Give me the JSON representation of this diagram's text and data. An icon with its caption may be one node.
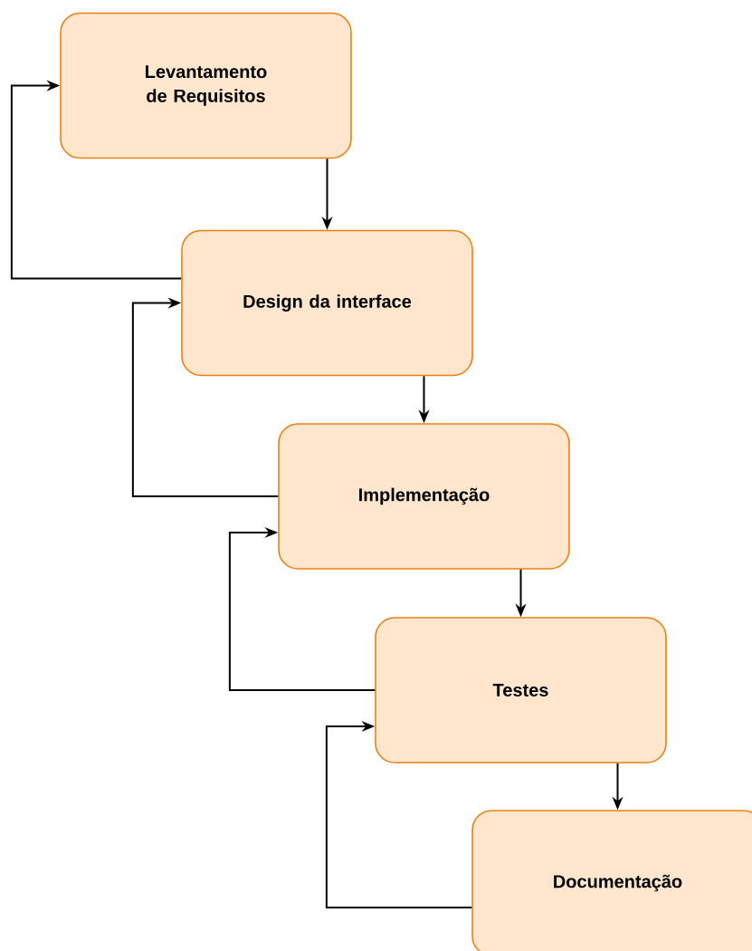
{
  "diagram": {
    "nodes": [
      {
        "text": [
          "Levantamento de Requisitos"
        ]
      },
      {
        "text": [
          "Design da interface"
        ]
      },
      {
        "text": [
          "Implementação"
        ]
      },
      {
        "text": [
          "Testes"
        ]
      },
      {
        "text": [
          "Documentação"
        ]
      }
    ],
    "edges": [
      {
        "from": 0,
        "to": 1,
        "arrow": "to"
      },
      {
        "from": 1,
        "to": 0,
        "arrow": "to"
      },
      {
        "from": 1,
        "to": 2,
        "arrow": "to"
      },
      {
        "from": 2,
        "to": 1,
        "arrow": "to"
      },
      {
        "from": 2,
        "to": 3,
        "arrow": "to"
      },
      {
        "from": 3,
        "to": 2,
        "arrow": "to"
      },
      {
        "from": 3,
        "to": 4,
        "arrow": "to"
      },
      {
        "from": 4,
        "to": 3,
        "arrow": "to"
      }
    ]
  }
}
